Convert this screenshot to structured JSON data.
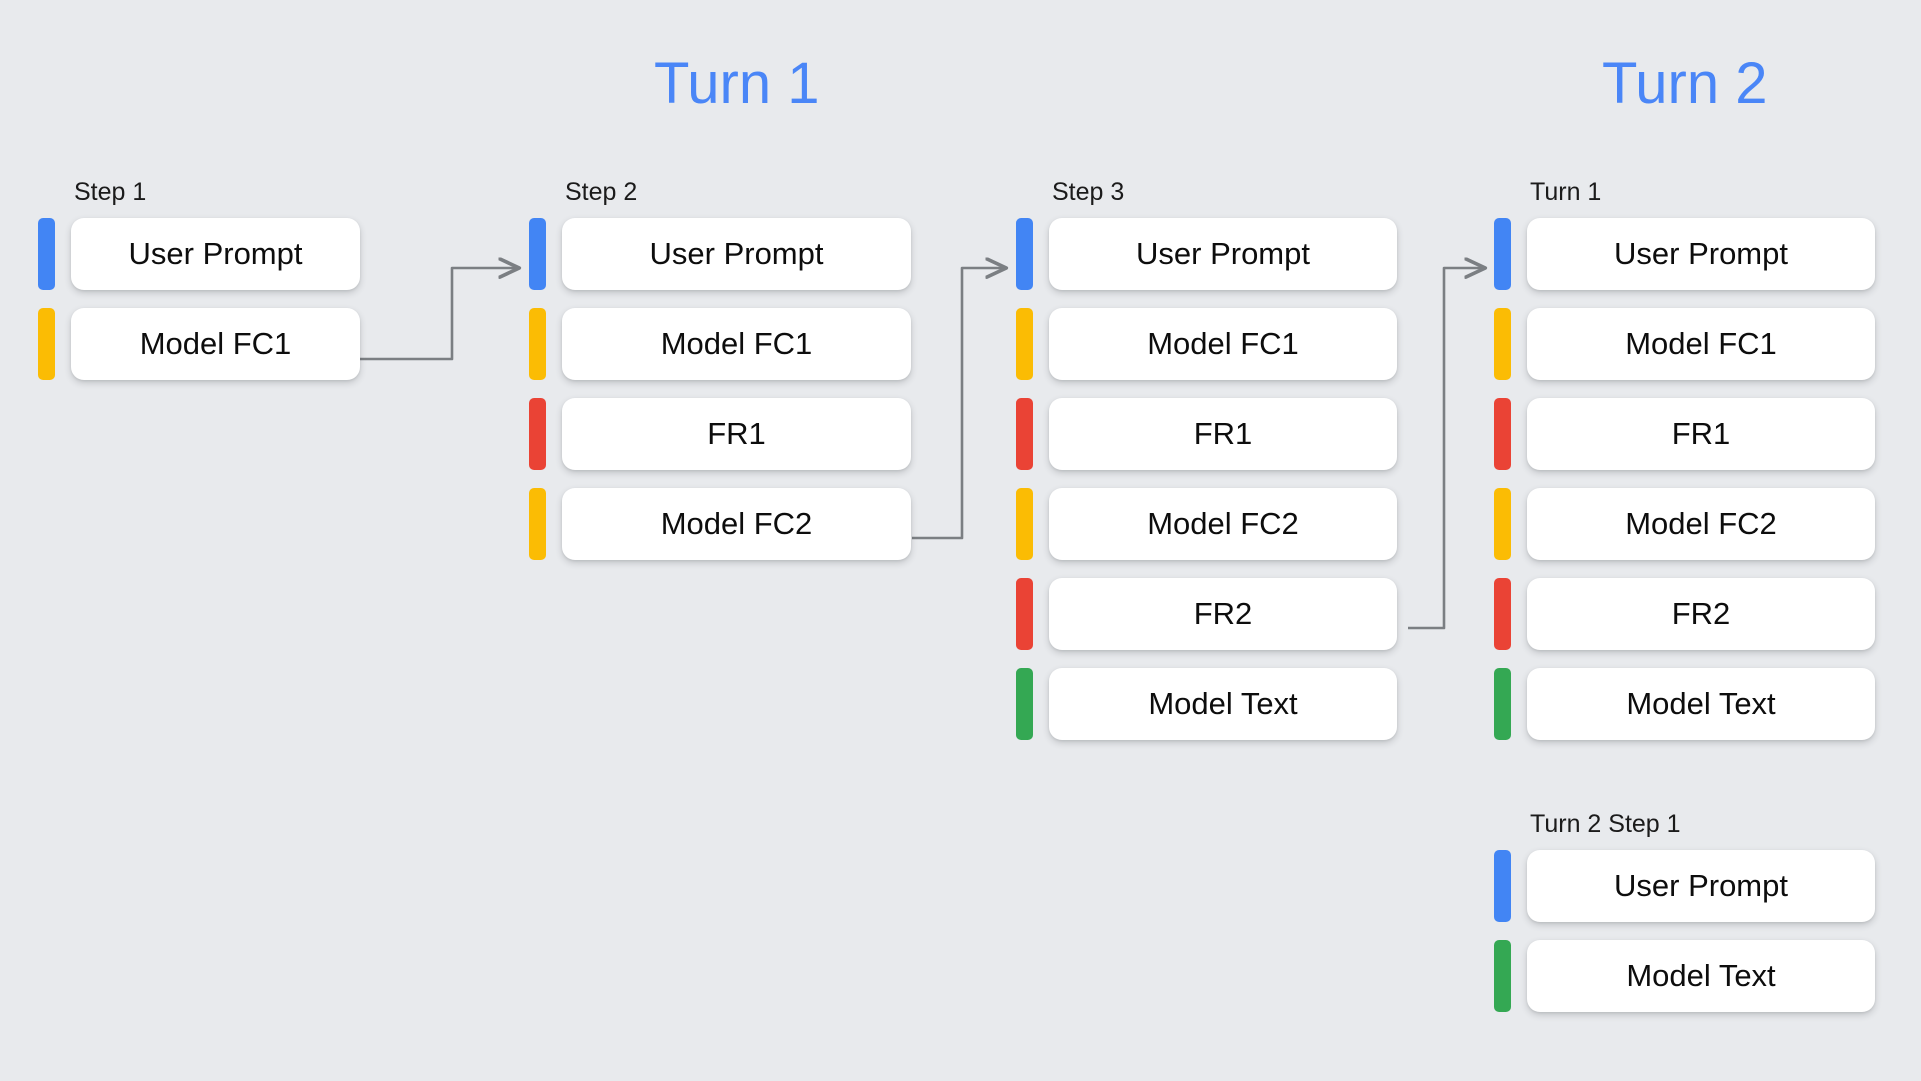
{
  "background_color": "#e8eaed",
  "accent_color": "#4a86f7",
  "legend_colors": {
    "user_prompt": "#4285f4",
    "model_function_call": "#fbbc04",
    "function_response": "#ea4335",
    "model_text": "#34a853"
  },
  "titles": {
    "turn1": "Turn 1",
    "turn2": "Turn 2"
  },
  "columns": [
    {
      "id": "step1",
      "label": "Step 1",
      "rows": [
        {
          "text": "User Prompt",
          "color": "blue"
        },
        {
          "text": "Model FC1",
          "color": "yellow"
        }
      ]
    },
    {
      "id": "step2",
      "label": "Step 2",
      "rows": [
        {
          "text": "User Prompt",
          "color": "blue"
        },
        {
          "text": "Model FC1",
          "color": "yellow"
        },
        {
          "text": "FR1",
          "color": "red"
        },
        {
          "text": "Model FC2",
          "color": "yellow"
        }
      ]
    },
    {
      "id": "step3",
      "label": "Step 3",
      "rows": [
        {
          "text": "User Prompt",
          "color": "blue"
        },
        {
          "text": "Model FC1",
          "color": "yellow"
        },
        {
          "text": "FR1",
          "color": "red"
        },
        {
          "text": "Model FC2",
          "color": "yellow"
        },
        {
          "text": "FR2",
          "color": "red"
        },
        {
          "text": "Model Text",
          "color": "green"
        }
      ]
    },
    {
      "id": "turn1-recap",
      "label": "Turn 1",
      "rows": [
        {
          "text": "User Prompt",
          "color": "blue"
        },
        {
          "text": "Model FC1",
          "color": "yellow"
        },
        {
          "text": "FR1",
          "color": "red"
        },
        {
          "text": "Model FC2",
          "color": "yellow"
        },
        {
          "text": "FR2",
          "color": "red"
        },
        {
          "text": "Model Text",
          "color": "green"
        }
      ]
    },
    {
      "id": "turn2-step1",
      "label": "Turn 2 Step 1",
      "rows": [
        {
          "text": "User Prompt",
          "color": "blue"
        },
        {
          "text": "Model Text",
          "color": "green"
        }
      ]
    }
  ],
  "connectors": [
    {
      "from": "step1.Model FC1",
      "to": "step2.User Prompt"
    },
    {
      "from": "step2.Model FC2",
      "to": "step3.User Prompt"
    },
    {
      "from": "step3.FR2",
      "to": "turn1-recap.User Prompt"
    }
  ],
  "col1": {
    "label": "Step 1",
    "r0": "User Prompt",
    "r1": "Model FC1"
  },
  "col2": {
    "label": "Step 2",
    "r0": "User Prompt",
    "r1": "Model FC1",
    "r2": "FR1",
    "r3": "Model FC2"
  },
  "col3": {
    "label": "Step 3",
    "r0": "User Prompt",
    "r1": "Model FC1",
    "r2": "FR1",
    "r3": "Model FC2",
    "r4": "FR2",
    "r5": "Model Text"
  },
  "col4": {
    "label": "Turn 1",
    "r0": "User Prompt",
    "r1": "Model FC1",
    "r2": "FR1",
    "r3": "Model FC2",
    "r4": "FR2",
    "r5": "Model Text"
  },
  "col5": {
    "label": "Turn 2 Step 1",
    "r0": "User Prompt",
    "r1": "Model Text"
  }
}
